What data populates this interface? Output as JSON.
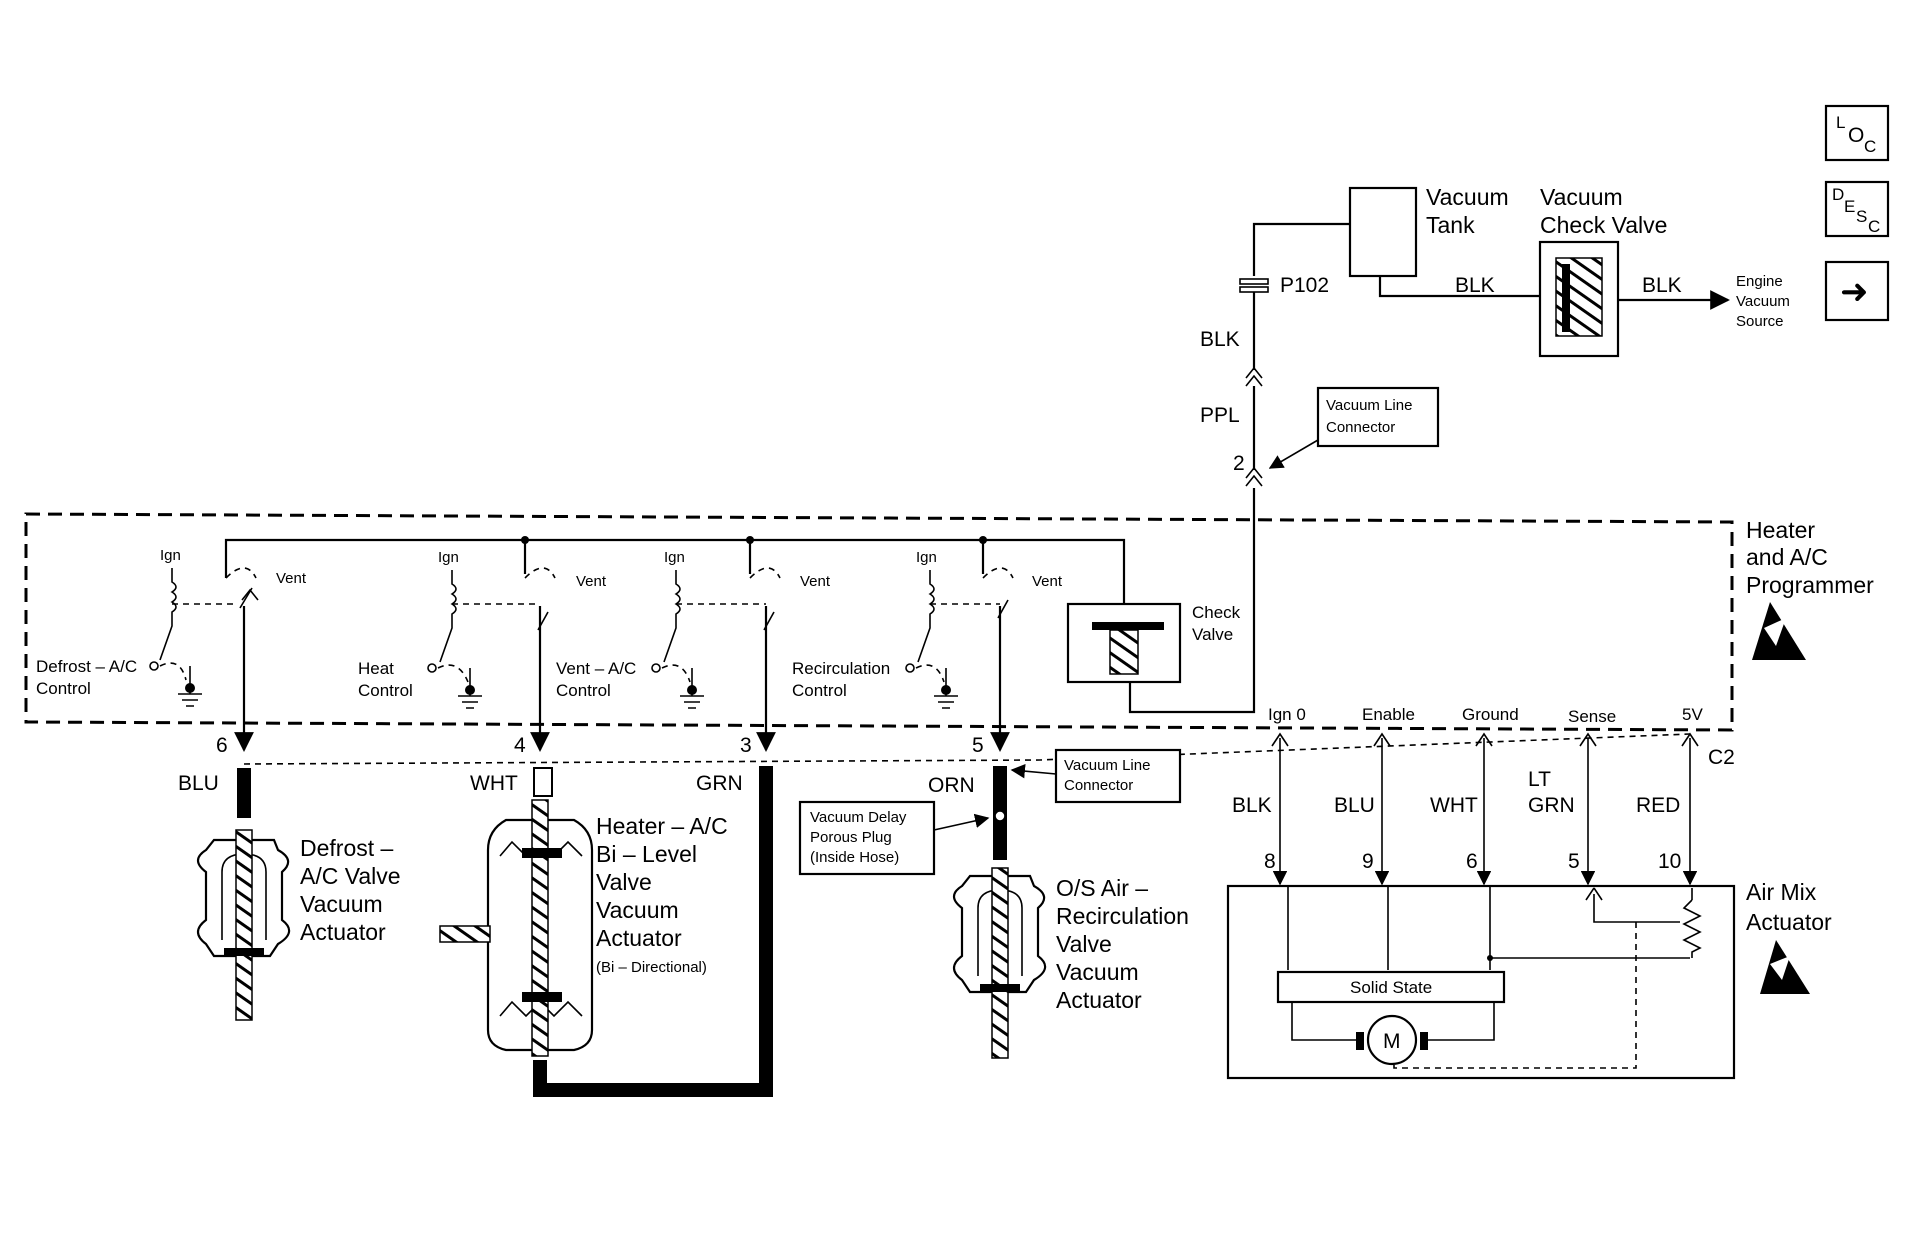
{
  "top": {
    "vacuum_tank": [
      "Vacuum",
      "Tank"
    ],
    "check_valve": [
      "Vacuum",
      "Check Valve"
    ],
    "blk_left": "BLK",
    "blk_right": "BLK",
    "engine_source": [
      "Engine",
      "Vacuum",
      "Source"
    ],
    "p102": "P102",
    "blk_vertical": "BLK",
    "ppl": "PPL",
    "connector_label": [
      "Vacuum Line",
      "Connector"
    ],
    "pin_2": "2"
  },
  "side_icons": {
    "loc": [
      "L",
      "O",
      "C"
    ],
    "desc": [
      "D",
      "E",
      "S",
      "C"
    ],
    "arrow": "➜"
  },
  "programmer": {
    "title": [
      "Heater",
      "and A/C",
      "Programmer"
    ],
    "check_valve": [
      "Check",
      "Valve"
    ],
    "switches": [
      {
        "ign": "Ign",
        "vent": "Vent",
        "label": [
          "Defrost – A/C",
          "Control"
        ]
      },
      {
        "ign": "Ign",
        "vent": "Vent",
        "label": [
          "Heat",
          "Control"
        ]
      },
      {
        "ign": "Ign",
        "vent": "Vent",
        "label": [
          "Vent – A/C",
          "Control"
        ]
      },
      {
        "ign": "Ign",
        "vent": "Vent",
        "label": [
          "Recirculation",
          "Control"
        ]
      }
    ],
    "pins": [
      {
        "num": "6",
        "color": "BLU"
      },
      {
        "num": "4",
        "color": "WHT"
      },
      {
        "num": "3",
        "color": "GRN"
      },
      {
        "num": "5",
        "color": "ORN"
      }
    ],
    "c2_terminals": [
      "Ign 0",
      "Enable",
      "Ground",
      "Sense",
      "5V"
    ],
    "c2": "C2"
  },
  "actuators": {
    "defrost": [
      "Defrost –",
      "A/C Valve",
      "Vacuum",
      "Actuator"
    ],
    "heater": [
      "Heater – A/C",
      "Bi – Level",
      "Valve",
      "Vacuum",
      "Actuator",
      "(Bi – Directional)"
    ],
    "recirc": [
      "O/S Air –",
      "Recirculation",
      "Valve",
      "Vacuum",
      "Actuator"
    ],
    "vacuum_line_connector": [
      "Vacuum Line",
      "Connector"
    ],
    "delay_plug": [
      "Vacuum Delay",
      "Porous Plug",
      "(Inside Hose)"
    ]
  },
  "air_mix": {
    "title": [
      "Air Mix",
      "Actuator"
    ],
    "wires": [
      {
        "color": [
          "BLK"
        ],
        "pin": "8"
      },
      {
        "color": [
          "BLU"
        ],
        "pin": "9"
      },
      {
        "color": [
          "WHT"
        ],
        "pin": "6"
      },
      {
        "color": [
          "LT",
          "GRN"
        ],
        "pin": "5"
      },
      {
        "color": [
          "RED"
        ],
        "pin": "10"
      }
    ],
    "solid_state": "Solid State",
    "motor": "M"
  }
}
